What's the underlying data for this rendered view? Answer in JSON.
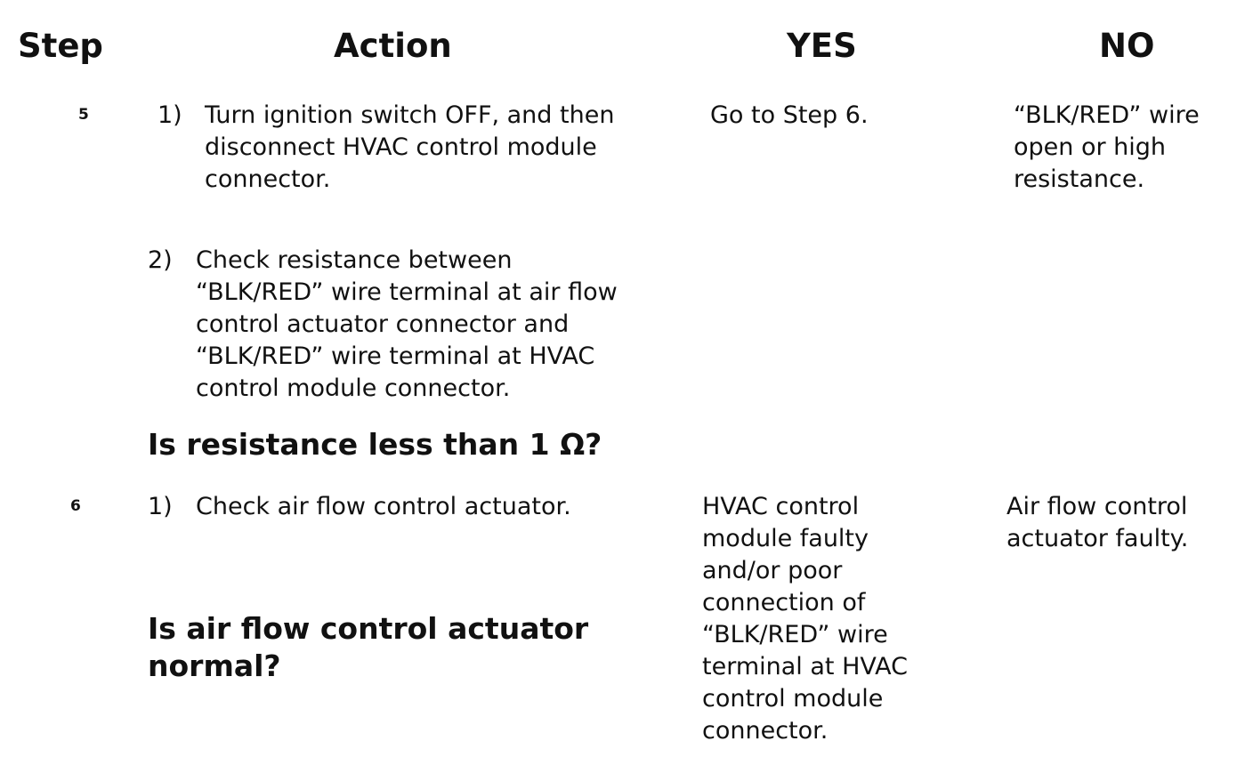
{
  "headers": {
    "step": "Step",
    "action": "Action",
    "yes": "YES",
    "no": "NO"
  },
  "rows": [
    {
      "step": "5",
      "actions": [
        {
          "num": "1)",
          "lines": [
            "Turn ignition switch OFF, and then",
            "disconnect HVAC control module",
            "connector."
          ]
        },
        {
          "num": "2)",
          "lines": [
            "Check resistance between",
            "“BLK/RED” wire terminal at air flow",
            "control actuator connector and",
            "“BLK/RED” wire terminal at HVAC",
            "control module connector."
          ]
        }
      ],
      "question": [
        "Is resistance less than 1 Ω?"
      ],
      "yes": [
        "Go to Step 6."
      ],
      "no": [
        "“BLK/RED” wire",
        "open or high",
        "resistance."
      ]
    },
    {
      "step": "6",
      "actions": [
        {
          "num": "1)",
          "lines": [
            "Check air flow control actuator."
          ]
        }
      ],
      "question": [
        "Is air flow control actuator",
        "normal?"
      ],
      "yes": [
        "HVAC control",
        "module faulty",
        "and/or poor",
        "connection of",
        "“BLK/RED” wire",
        "terminal at HVAC",
        "control module",
        "connector."
      ],
      "no": [
        "Air flow control",
        "actuator faulty."
      ]
    }
  ]
}
